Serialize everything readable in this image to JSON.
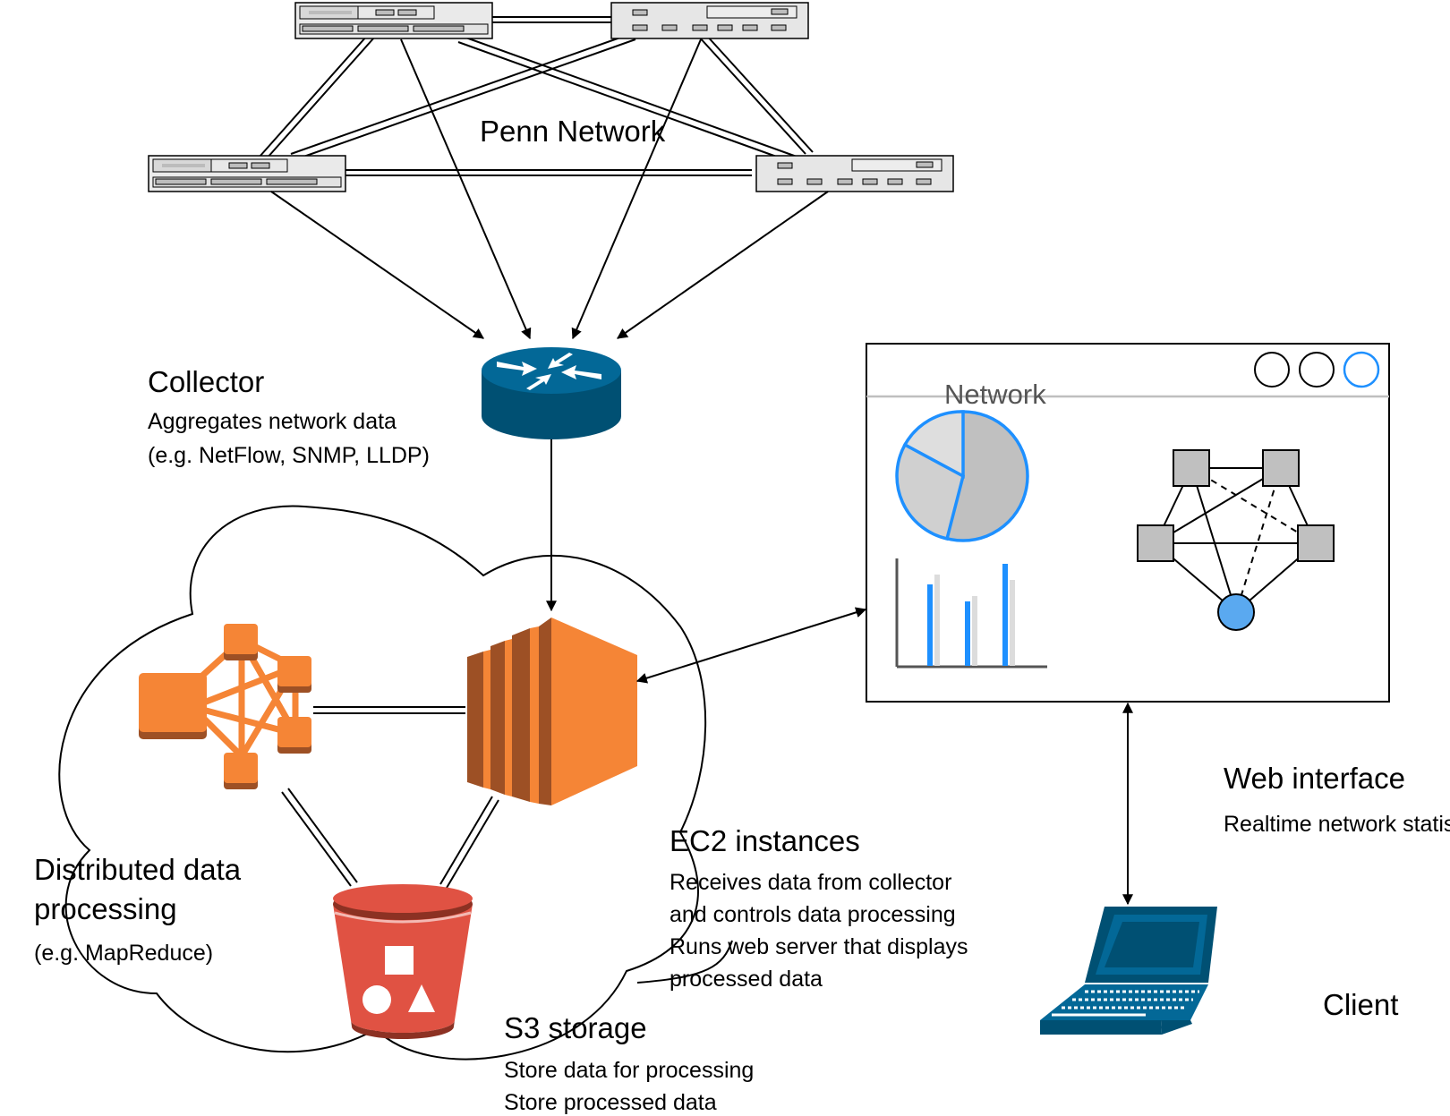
{
  "network": {
    "title": "Penn Network"
  },
  "collector": {
    "title": "Collector",
    "lines": [
      "Aggregates network data",
      "(e.g. NetFlow, SNMP, LLDP)"
    ]
  },
  "processing": {
    "title_lines": [
      "Distributed data",
      "processing"
    ],
    "note": "(e.g. MapReduce)"
  },
  "ec2": {
    "title": "EC2 instances",
    "lines": [
      "Receives data from collector",
      "and controls data processing",
      "Runs web server that displays",
      "processed data"
    ]
  },
  "s3": {
    "title": "S3 storage",
    "lines": [
      "Store data for processing",
      "Store processed data"
    ]
  },
  "web_window": {
    "title": "Network"
  },
  "web_interface": {
    "title": "Web interface",
    "subtitle": "Realtime network statistics"
  },
  "client": {
    "label": "Client"
  },
  "colors": {
    "aws_orange": "#f58536",
    "aws_orange_dark": "#9d5025",
    "s3_red": "#e05243",
    "s3_red_dark": "#8c3123",
    "cisco_blue": "#036897",
    "cisco_blue_dark": "#005073",
    "chart_blue": "#1e90ff",
    "node_gray": "#c0c0c0"
  },
  "icons": [
    "switch-icon",
    "router-icon",
    "hadoop-cluster-icon",
    "ec2-icon",
    "s3-bucket-icon",
    "laptop-icon",
    "pie-chart-icon",
    "bar-chart-icon",
    "network-graph-icon"
  ]
}
